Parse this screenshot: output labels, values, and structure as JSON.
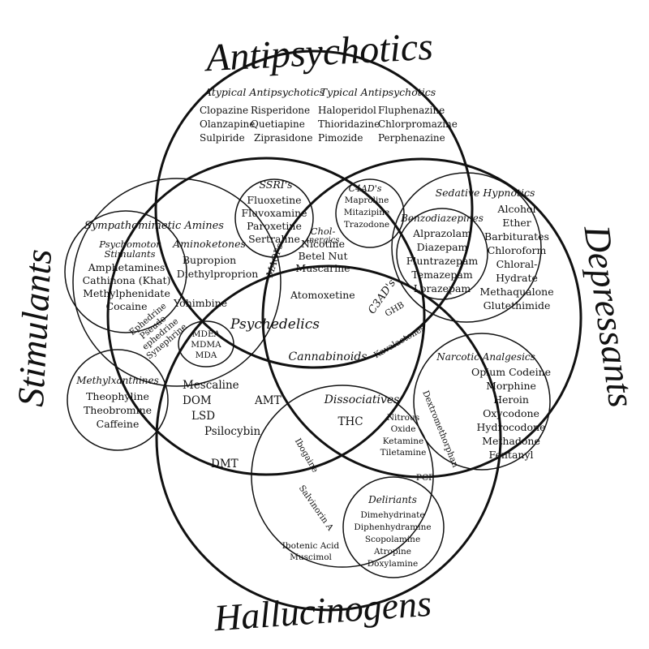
{
  "regions": {
    "antipsychotics": "Antipsychotics",
    "stimulants": "Stimulants",
    "depressants": "Depressants",
    "hallucinogens": "Hallucinogens"
  },
  "groups": {
    "atypical": {
      "title": "Atypical Antipsychotics",
      "col1": [
        "Clopazine",
        "Olanzapine",
        "Sulpiride"
      ],
      "col2": [
        "Risperidone",
        "Quetiapine",
        "Ziprasidone"
      ]
    },
    "typical": {
      "title": "Typical Antipsychotics",
      "col1": [
        "Haloperidol",
        "Thioridazine",
        "Pimozide"
      ],
      "col2": [
        "Fluphenazine",
        "Chlorpromazine",
        "Perphenazine"
      ]
    },
    "ssri": {
      "title": "SSRI's",
      "items": [
        "Fluoxetine",
        "Fluvoxamine",
        "Paroxetine",
        "Sertraline"
      ]
    },
    "c4ad": {
      "title": "C4AD's",
      "items": [
        "Maproline",
        "Mitazipine",
        "Trazodone"
      ]
    },
    "sedative": {
      "title": "Sedative Hypnotics",
      "items": [
        "Alcohol",
        "Ether",
        "Barbiturates",
        "Chloroform",
        "Chloral-",
        "Hydrate",
        "Methaqualone",
        "Glutethimide"
      ]
    },
    "benzo": {
      "title": "Benzodiazepines",
      "items": [
        "Alprazolam",
        "Diazepam",
        "Fluntrazepam",
        "Temazepam",
        "Lorazepam"
      ]
    },
    "sympathomimetic": {
      "title": "Sympathomimetic Amines"
    },
    "psychomotor": {
      "title1": "Psychomotor",
      "title2": "Stimulants",
      "items": [
        "Amphetamines",
        "Cathinona (Khat)",
        "Methylphenidate",
        "Cocaine"
      ]
    },
    "aminoketones": {
      "title": "Aminoketones",
      "items": [
        "Bupropion",
        "Diethylproprion"
      ]
    },
    "maois": {
      "title": "MAOI's"
    },
    "cholinergics": {
      "title1": "Chol-",
      "title2": "inergics",
      "items": [
        "Nicotine",
        "Betel Nut",
        "Muscarine"
      ]
    },
    "c3ad": {
      "title": "C3AD's"
    },
    "ephedrine": {
      "items": [
        "Ephedrine",
        "Pseudo-",
        "ephedrine",
        "Synephrine"
      ]
    },
    "methylxanthines": {
      "title": "Methylxanthines",
      "items": [
        "Theophyline",
        "Theobromine",
        "Caffeine"
      ]
    },
    "psychedelics": {
      "title": "Psychedelics"
    },
    "mdx": {
      "items": [
        "MDEA",
        "MDMA",
        "MDA"
      ]
    },
    "hallucinogenList": {
      "items": [
        "Mescaline",
        "DOM",
        "LSD",
        "Psilocybin",
        "DMT",
        "AMT"
      ]
    },
    "dissociatives": {
      "title": "Dissociatives",
      "items": [
        "Nitrous",
        "Oxide",
        "Ketamine",
        "Tiletamine"
      ]
    },
    "narcotic": {
      "title": "Narcotic Analgesics",
      "items": [
        "Opium Codeine",
        "Morphine",
        "Heroin",
        "Oxycodone",
        "Hydrocodone",
        "Methadone",
        "Fentanyl"
      ]
    },
    "deliriants": {
      "title": "Deliriants",
      "items": [
        "Dimehydrinate",
        "Diphenhydramine",
        "Scopolamine",
        "Atropine",
        "Doxylamine"
      ]
    },
    "misc": {
      "yohimbine": "Yohimbine",
      "atomoxetine": "Atomoxetine",
      "cannabinoids": "Cannabinoids",
      "ghb": "GHB",
      "kavalactones": "Kavalactones",
      "thc": "THC",
      "dextromethorphan": "Dextromethorphan",
      "pcp": "PCP",
      "ibogaine": "Ibogaine",
      "salvinorin": "Salvinorin A",
      "ibotenic": "Ibotenic Acid",
      "muscimol": "Muscimol"
    }
  }
}
